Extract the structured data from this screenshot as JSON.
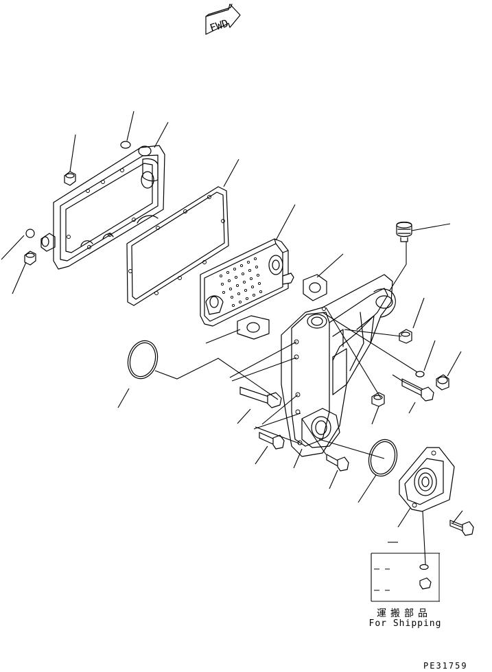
{
  "direction_marker": {
    "label": "FWD"
  },
  "shipping_box": {
    "label_jp": "運搬部品",
    "label_en": "For Shipping"
  },
  "drawing_number": "PE31759"
}
